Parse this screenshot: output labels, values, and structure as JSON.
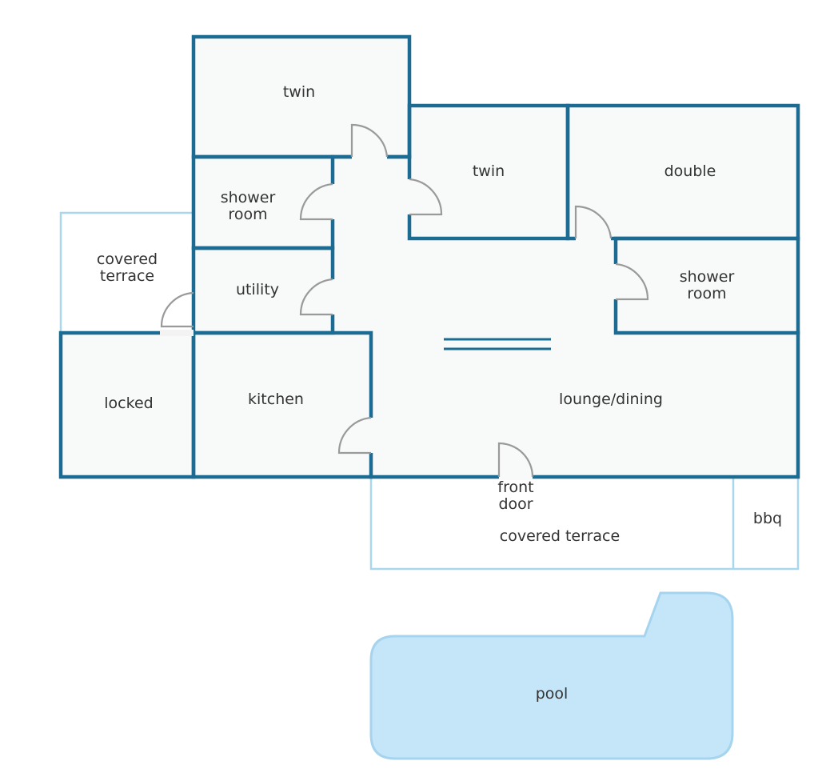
{
  "labels": {
    "twin_top": "twin",
    "twin_mid": "twin",
    "double": "double",
    "shower_room_left_1": "shower",
    "shower_room_left_2": "room",
    "shower_room_right_1": "shower",
    "shower_room_right_2": "room",
    "covered_terrace_left_1": "covered",
    "covered_terrace_left_2": "terrace",
    "utility": "utility",
    "locked": "locked",
    "kitchen": "kitchen",
    "lounge_dining": "lounge/dining",
    "front_door_1": "front",
    "front_door_2": "door",
    "covered_terrace_bottom": "covered terrace",
    "bbq": "bbq",
    "pool": "pool"
  },
  "colors": {
    "wall": "#1b6b93",
    "outdoor_outline": "#a9d8ee",
    "pool_fill": "#c4e6f8",
    "room_fill": "#f8f9f9",
    "door": "#9a9a9a"
  }
}
